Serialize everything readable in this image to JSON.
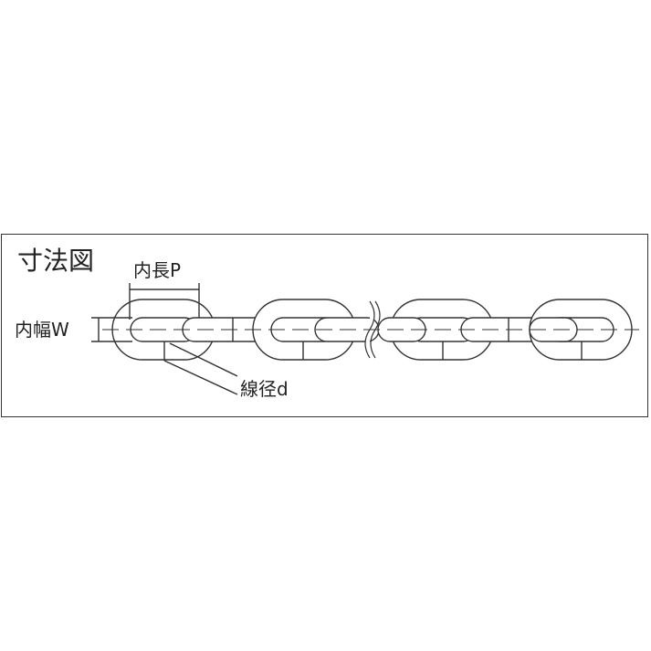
{
  "diagram": {
    "title": "寸法図",
    "labels": {
      "inner_length": "内長P",
      "inner_width": "内幅W",
      "wire_diameter": "線径d"
    },
    "subject": "chain links (dimension drawing)",
    "link_count_visible": 6,
    "break_symbol": true,
    "line_color": "#333333",
    "background": "#ffffff"
  }
}
